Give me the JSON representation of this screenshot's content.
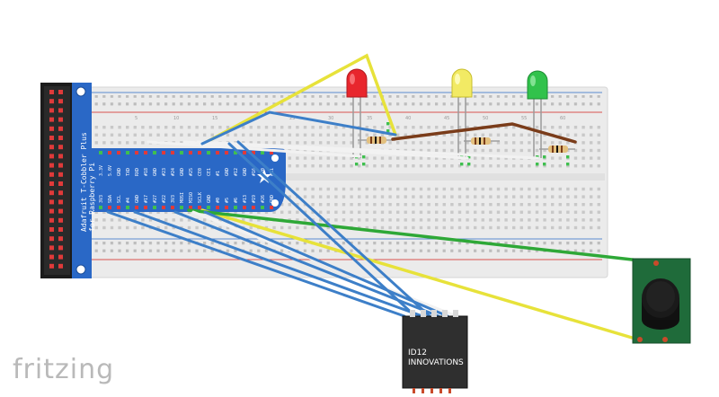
{
  "brand": {
    "text": "fritzing",
    "icon": "fritzing-logo-icon"
  },
  "cobbler": {
    "title_line1": "Adafruit T-Cobbler Plus",
    "title_line2": "for Raspberry Pi",
    "top_pins": [
      "3.3V",
      "5.0V",
      "GND",
      "TXD",
      "RXD",
      "#18",
      "GND",
      "#23",
      "#24",
      "GND",
      "#25",
      "CE0",
      "CE1",
      "#1",
      "GND",
      "#12",
      "GND",
      "#16",
      "#20",
      "#21"
    ],
    "bottom_pins": [
      "3V3",
      "SDA",
      "SCL",
      "#4",
      "GND",
      "#17",
      "#27",
      "#22",
      "3V3",
      "MOSI",
      "MISO",
      "SCLK",
      "GND",
      "#0",
      "#5",
      "#6",
      "#13",
      "#19",
      "#26",
      "GND"
    ]
  },
  "rfid_reader": {
    "line1": "ID12",
    "line2": "INNOVATIONS"
  },
  "leds": [
    {
      "name": "red-led",
      "color": "#e8262d"
    },
    {
      "name": "yellow-led",
      "color": "#f2ea64"
    },
    {
      "name": "green-led",
      "color": "#31c24b"
    }
  ],
  "buzzer": {
    "name": "piezo-buzzer"
  },
  "colors": {
    "wire_blue": "#3d7fc8",
    "wire_yellow": "#e7e23a",
    "wire_green": "#2ea837",
    "wire_brown": "#7a3c1a",
    "wire_white": "#f2f2f2",
    "cobbler_blue": "#2a68c6",
    "breadboard": "#ebebeb",
    "rail_red": "#d9534f",
    "rail_blue": "#5b8bd0"
  }
}
